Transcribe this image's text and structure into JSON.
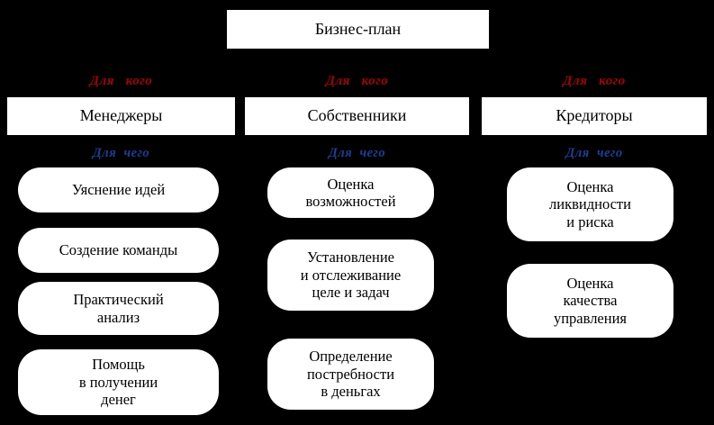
{
  "diagram": {
    "title_box": {
      "text": "Бизнес-план"
    },
    "edge_labels": {
      "who": "Для   кого",
      "what": "Для  чего"
    },
    "columns": [
      {
        "id": "managers",
        "header": "Менеджеры",
        "who_label": "Для   кого",
        "what_label": "Для  чего",
        "items": [
          "Уяснение идей",
          "Создение команды",
          "Практический\nанализ",
          "Помощь\nв получении\nденег"
        ]
      },
      {
        "id": "owners",
        "header": "Собственники",
        "who_label": "Для   кого",
        "what_label": "Для  чего",
        "items": [
          "Оценка\nвозможностей",
          "Установление\nи отслеживание\nцеле и задач",
          "Определение\nпостребности\nв деньгах"
        ]
      },
      {
        "id": "creditors",
        "header": "Кредиторы",
        "who_label": "Для   кого",
        "what_label": "Для  чего",
        "items": [
          "Оценка\nликвидности\nи риска",
          "Оценка\nкачества\nуправления"
        ]
      }
    ]
  },
  "colors": {
    "background": "#000000",
    "box_fill": "#ffffff",
    "box_text": "#000000",
    "who_label": "#a00505",
    "what_label": "#1c3f96"
  }
}
